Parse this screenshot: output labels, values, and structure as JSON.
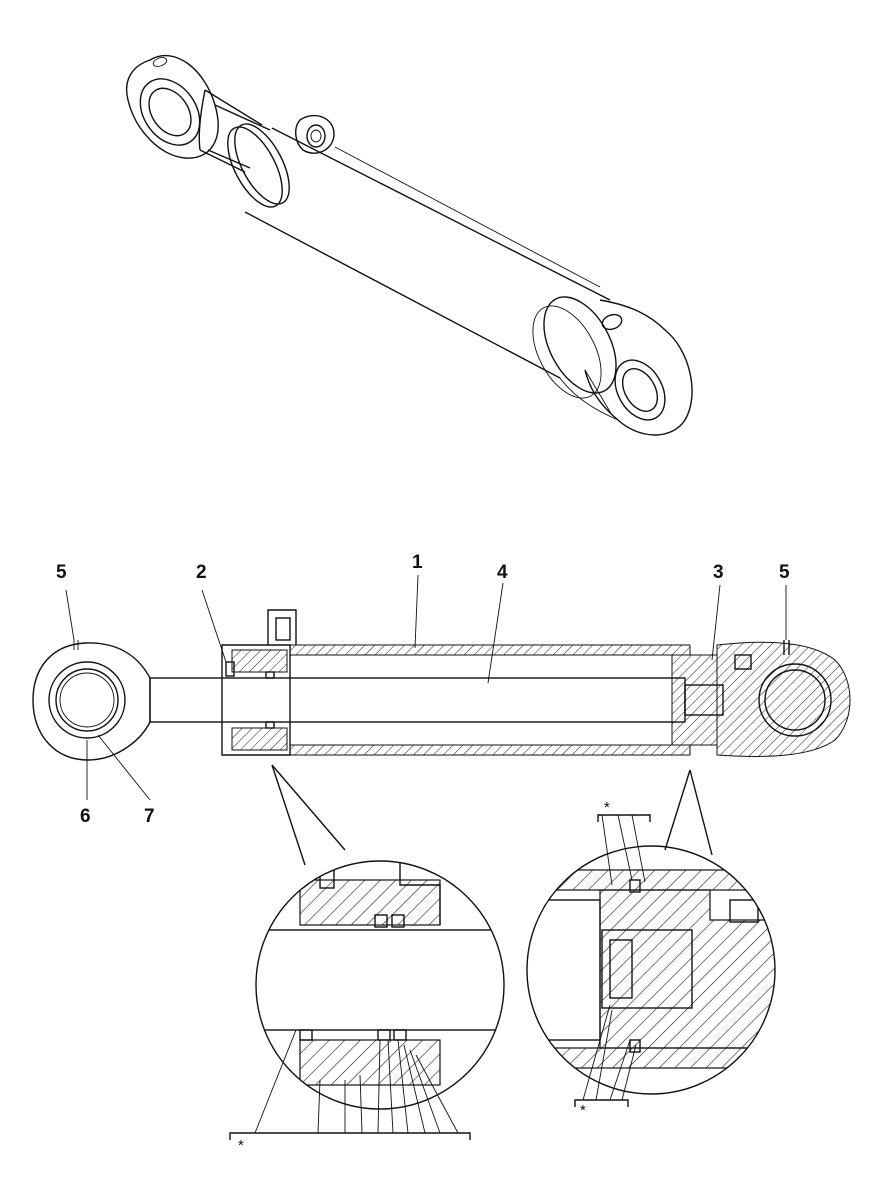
{
  "callouts": {
    "n1": "1",
    "n2": "2",
    "n3": "3",
    "n4": "4",
    "n5_left": "5",
    "n5_right": "5",
    "n6": "6",
    "n7": "7"
  },
  "detail_markers": {
    "seal_kit_left": "*",
    "seal_kit_right_top": "*",
    "seal_kit_right_bottom": "*"
  }
}
